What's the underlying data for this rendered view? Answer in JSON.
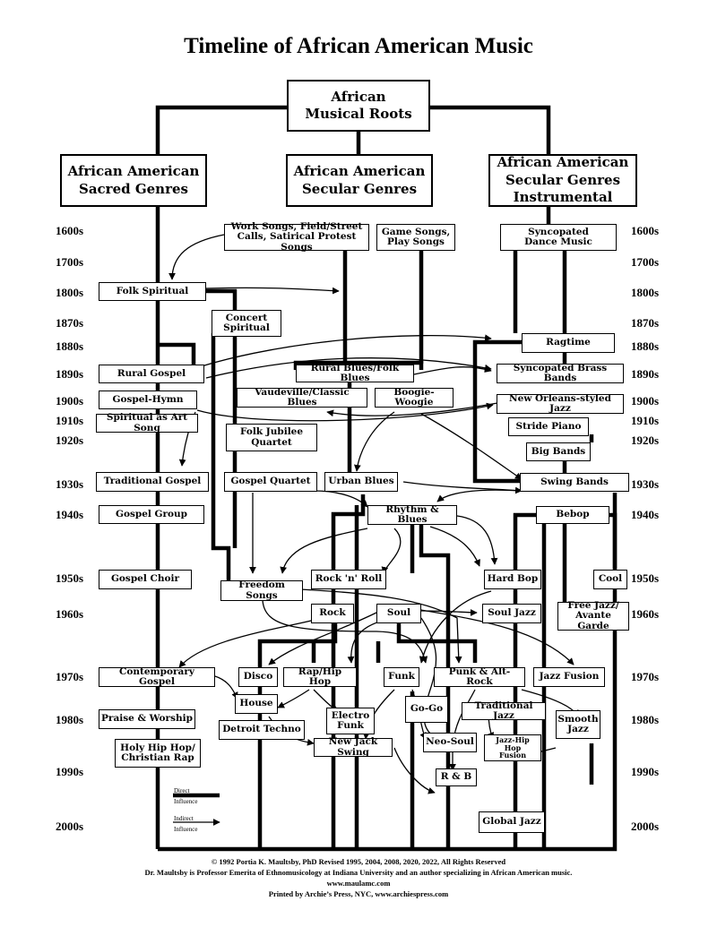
{
  "title": "Timeline of African American Music",
  "headers": {
    "roots": "African\nMusical Roots",
    "sacred": "African American\nSacred Genres",
    "secular": "African American\nSecular Genres",
    "instrumental": "African American\nSecular Genres\nInstrumental"
  },
  "years": [
    "1600s",
    "1700s",
    "1800s",
    "1870s",
    "1880s",
    "1890s",
    "1900s",
    "1910s",
    "1920s",
    "1930s",
    "1940s",
    "1950s",
    "1960s",
    "1970s",
    "1980s",
    "1990s",
    "2000s"
  ],
  "genres": {
    "work_songs": "Work Songs, Field/Street\nCalls, Satirical Protest Songs",
    "game_songs": "Game Songs,\nPlay Songs",
    "syncopated_dance": "Syncopated\nDance Music",
    "folk_spiritual": "Folk Spiritual",
    "concert_spiritual": "Concert\nSpiritual",
    "ragtime": "Ragtime",
    "rural_gospel": "Rural Gospel",
    "rural_blues": "Rural Blues/Folk Blues",
    "syncopated_brass": "Syncopated Brass Bands",
    "gospel_hymn": "Gospel-Hymn",
    "vaudeville": "Vaudeville/Classic Blues",
    "boogie": "Boogie-Woogie",
    "new_orleans": "New Orleans-styled Jazz",
    "spiritual_art": "Spiritual as Art Song",
    "stride": "Stride Piano",
    "folk_jubilee": "Folk Jubilee\nQuartet",
    "big_bands": "Big Bands",
    "traditional_gospel": "Traditional Gospel",
    "gospel_quartet": "Gospel Quartet",
    "urban_blues": "Urban Blues",
    "swing_bands": "Swing Bands",
    "gospel_group": "Gospel Group",
    "rhythm_blues": "Rhythm & Blues",
    "bebop": "Bebop",
    "gospel_choir": "Gospel Choir",
    "rock_n_roll": "Rock 'n' Roll",
    "hard_bop": "Hard Bop",
    "cool": "Cool",
    "freedom_songs": "Freedom Songs",
    "rock": "Rock",
    "soul": "Soul",
    "soul_jazz": "Soul Jazz",
    "free_jazz": "Free Jazz/\nAvante Garde",
    "contemporary_gospel": "Contemporary Gospel",
    "disco": "Disco",
    "rap": "Rap/Hip Hop",
    "funk": "Funk",
    "punk": "Punk & Alt-Rock",
    "jazz_fusion": "Jazz Fusion",
    "house": "House",
    "electro_funk": "Electro\nFunk",
    "go_go": "Go-Go",
    "traditional_jazz": "Traditional Jazz",
    "smooth_jazz": "Smooth\nJazz",
    "praise": "Praise & Worship",
    "detroit_techno": "Detroit Techno",
    "neo_soul": "Neo-Soul",
    "jazz_hiphop": "Jazz-Hip Hop\nFusion",
    "holy_hiphop": "Holy Hip Hop/\nChristian Rap",
    "new_jack": "New Jack Swing",
    "rnb": "R & B",
    "global_jazz": "Global Jazz"
  },
  "legend": {
    "direct": "Direct\nInfluence",
    "indirect": "Indirect\nInfluence"
  },
  "footer": {
    "line1": "© 1992 Portia K. Maultsby, PhD Revised 1995, 2004, 2008, 2020, 2022, All Rights Reserved",
    "line2": "Dr. Maultsby is Professor Emerita of Ethnomusicology at Indiana University and an author specializing in African American music.",
    "line3": "www.maulamc.com",
    "line4": "Printed by Archie’s Press, NYC, www.archiespress.com"
  }
}
